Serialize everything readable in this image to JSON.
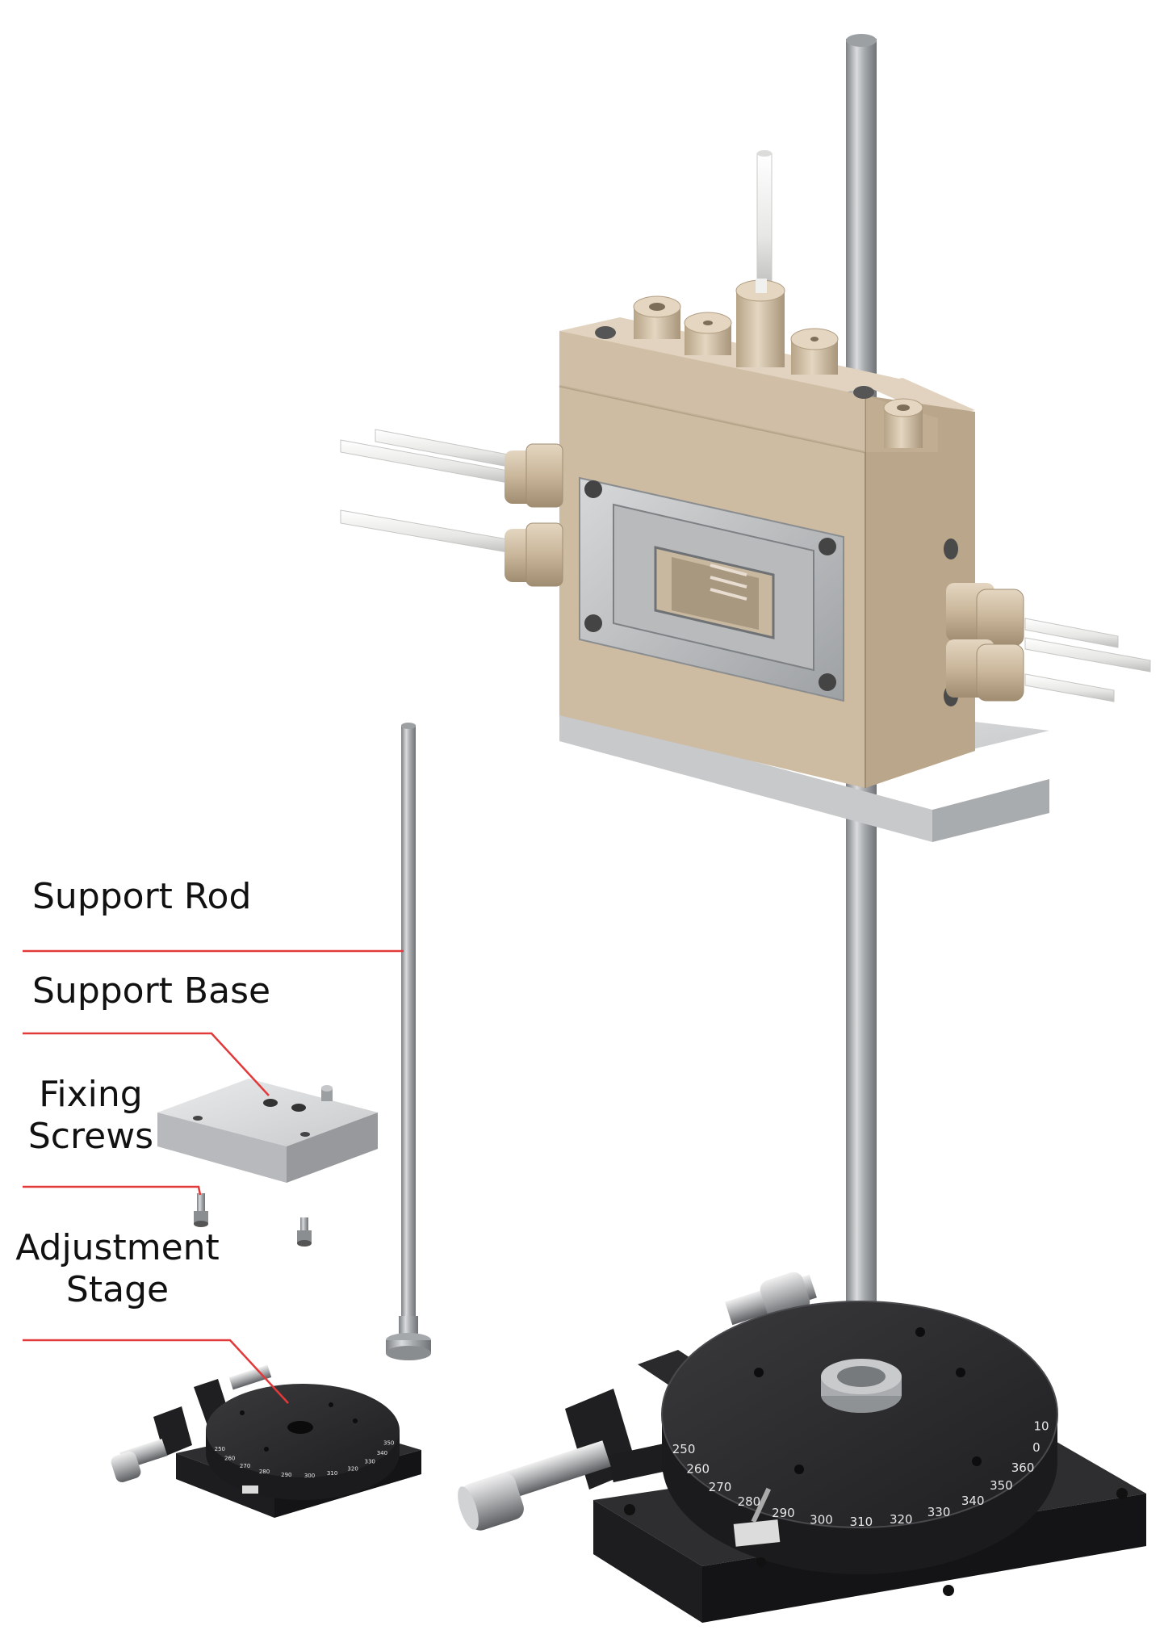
{
  "labels": {
    "support_rod": "Support Rod",
    "support_base": "Support Base",
    "fixing_screws_line1": "Fixing",
    "fixing_screws_line2": "Screws",
    "adjustment_stage_line1": "Adjustment",
    "adjustment_stage_line2": "Stage"
  },
  "colors": {
    "leader_line": "#e23a3a",
    "peek_body": "#cdbba2",
    "steel": "#b9bbbd",
    "stage_black": "#2a2a2c",
    "tubing": "#f2f2f0"
  },
  "stage_scale": {
    "large": [
      "250",
      "260",
      "270",
      "280",
      "290",
      "300",
      "310",
      "320",
      "330",
      "340",
      "350",
      "360",
      "0",
      "10"
    ],
    "small": [
      "250",
      "260",
      "270",
      "280",
      "290",
      "300",
      "310",
      "320",
      "330",
      "340",
      "350"
    ]
  }
}
